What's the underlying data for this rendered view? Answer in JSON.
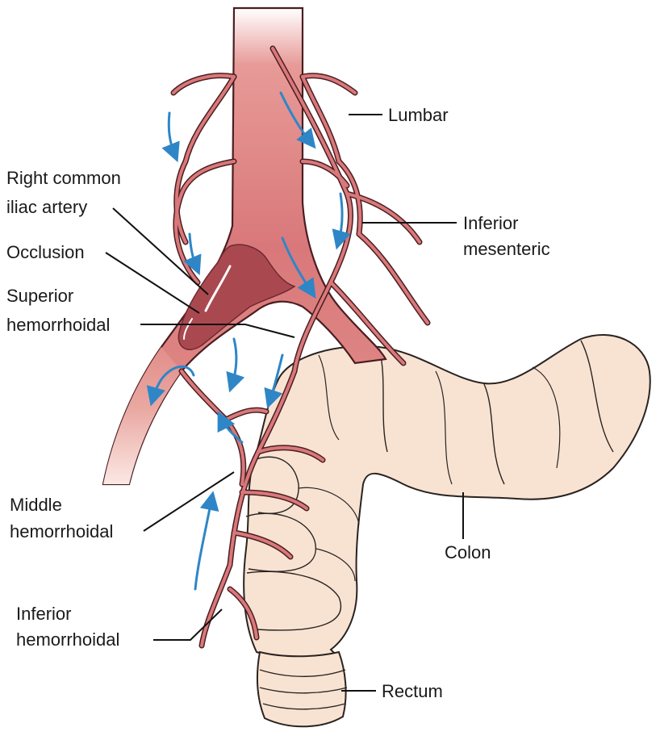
{
  "labels": {
    "lumbar": "Lumbar",
    "right_common_iliac_line1": "Right common",
    "right_common_iliac_line2": "iliac artery",
    "occlusion": "Occlusion",
    "superior_hemorrhoidal_line1": "Superior",
    "superior_hemorrhoidal_line2": "hemorrhoidal",
    "inferior_mesenteric_line1": "Inferior",
    "inferior_mesenteric_line2": "mesenteric",
    "middle_hemorrhoidal_line1": "Middle",
    "middle_hemorrhoidal_line2": "hemorrhoidal",
    "colon": "Colon",
    "inferior_hemorrhoidal_line1": "Inferior",
    "inferior_hemorrhoidal_line2": "hemorrhoidal",
    "rectum": "Rectum"
  },
  "colors": {
    "artery_fill": "#d9787a",
    "artery_dark": "#c65b62",
    "artery_stroke": "#4a1e22",
    "artery_light": "#f3c2b8",
    "occlusion": "#a9494f",
    "colon_fill": "#f8e3d3",
    "colon_stroke": "#2a2320",
    "flow_arrow": "#2f86c7",
    "leader_line": "#111111",
    "text": "#1a1a1a"
  }
}
